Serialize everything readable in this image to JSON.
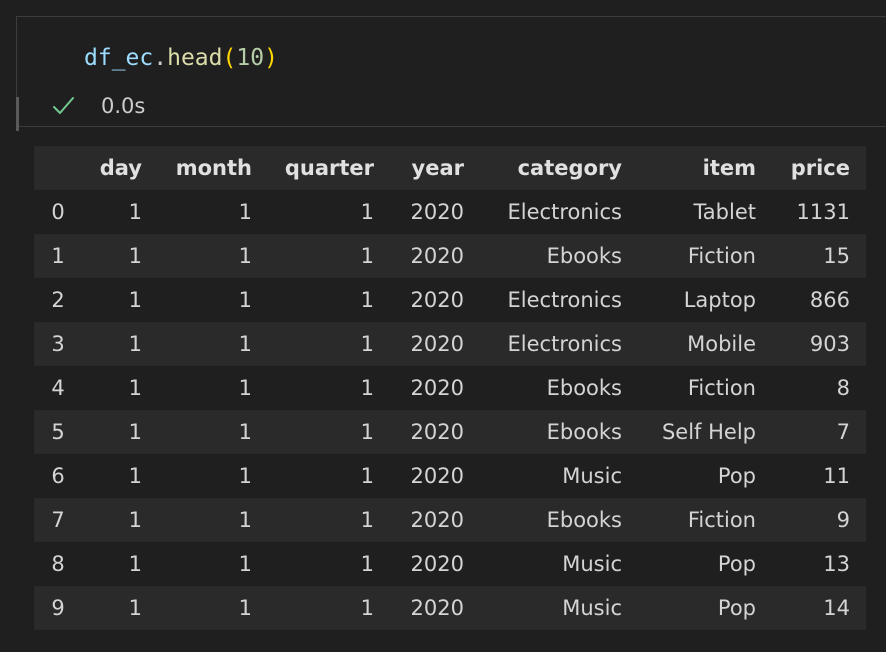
{
  "cell": {
    "code": {
      "var": "df_ec",
      "dot": ".",
      "method": "head",
      "open_paren": "(",
      "arg": "10",
      "close_paren": ")"
    },
    "status": {
      "icon": "check-icon",
      "exec_time": "0.0s",
      "color": "#73c991"
    }
  },
  "output": {
    "columns": [
      "",
      "day",
      "month",
      "quarter",
      "year",
      "category",
      "item",
      "price"
    ],
    "rows": [
      [
        "0",
        "1",
        "1",
        "1",
        "2020",
        "Electronics",
        "Tablet",
        "1131"
      ],
      [
        "1",
        "1",
        "1",
        "1",
        "2020",
        "Ebooks",
        "Fiction",
        "15"
      ],
      [
        "2",
        "1",
        "1",
        "1",
        "2020",
        "Electronics",
        "Laptop",
        "866"
      ],
      [
        "3",
        "1",
        "1",
        "1",
        "2020",
        "Electronics",
        "Mobile",
        "903"
      ],
      [
        "4",
        "1",
        "1",
        "1",
        "2020",
        "Ebooks",
        "Fiction",
        "8"
      ],
      [
        "5",
        "1",
        "1",
        "1",
        "2020",
        "Ebooks",
        "Self Help",
        "7"
      ],
      [
        "6",
        "1",
        "1",
        "1",
        "2020",
        "Music",
        "Pop",
        "11"
      ],
      [
        "7",
        "1",
        "1",
        "1",
        "2020",
        "Ebooks",
        "Fiction",
        "9"
      ],
      [
        "8",
        "1",
        "1",
        "1",
        "2020",
        "Music",
        "Pop",
        "13"
      ],
      [
        "9",
        "1",
        "1",
        "1",
        "2020",
        "Music",
        "Pop",
        "14"
      ]
    ]
  }
}
